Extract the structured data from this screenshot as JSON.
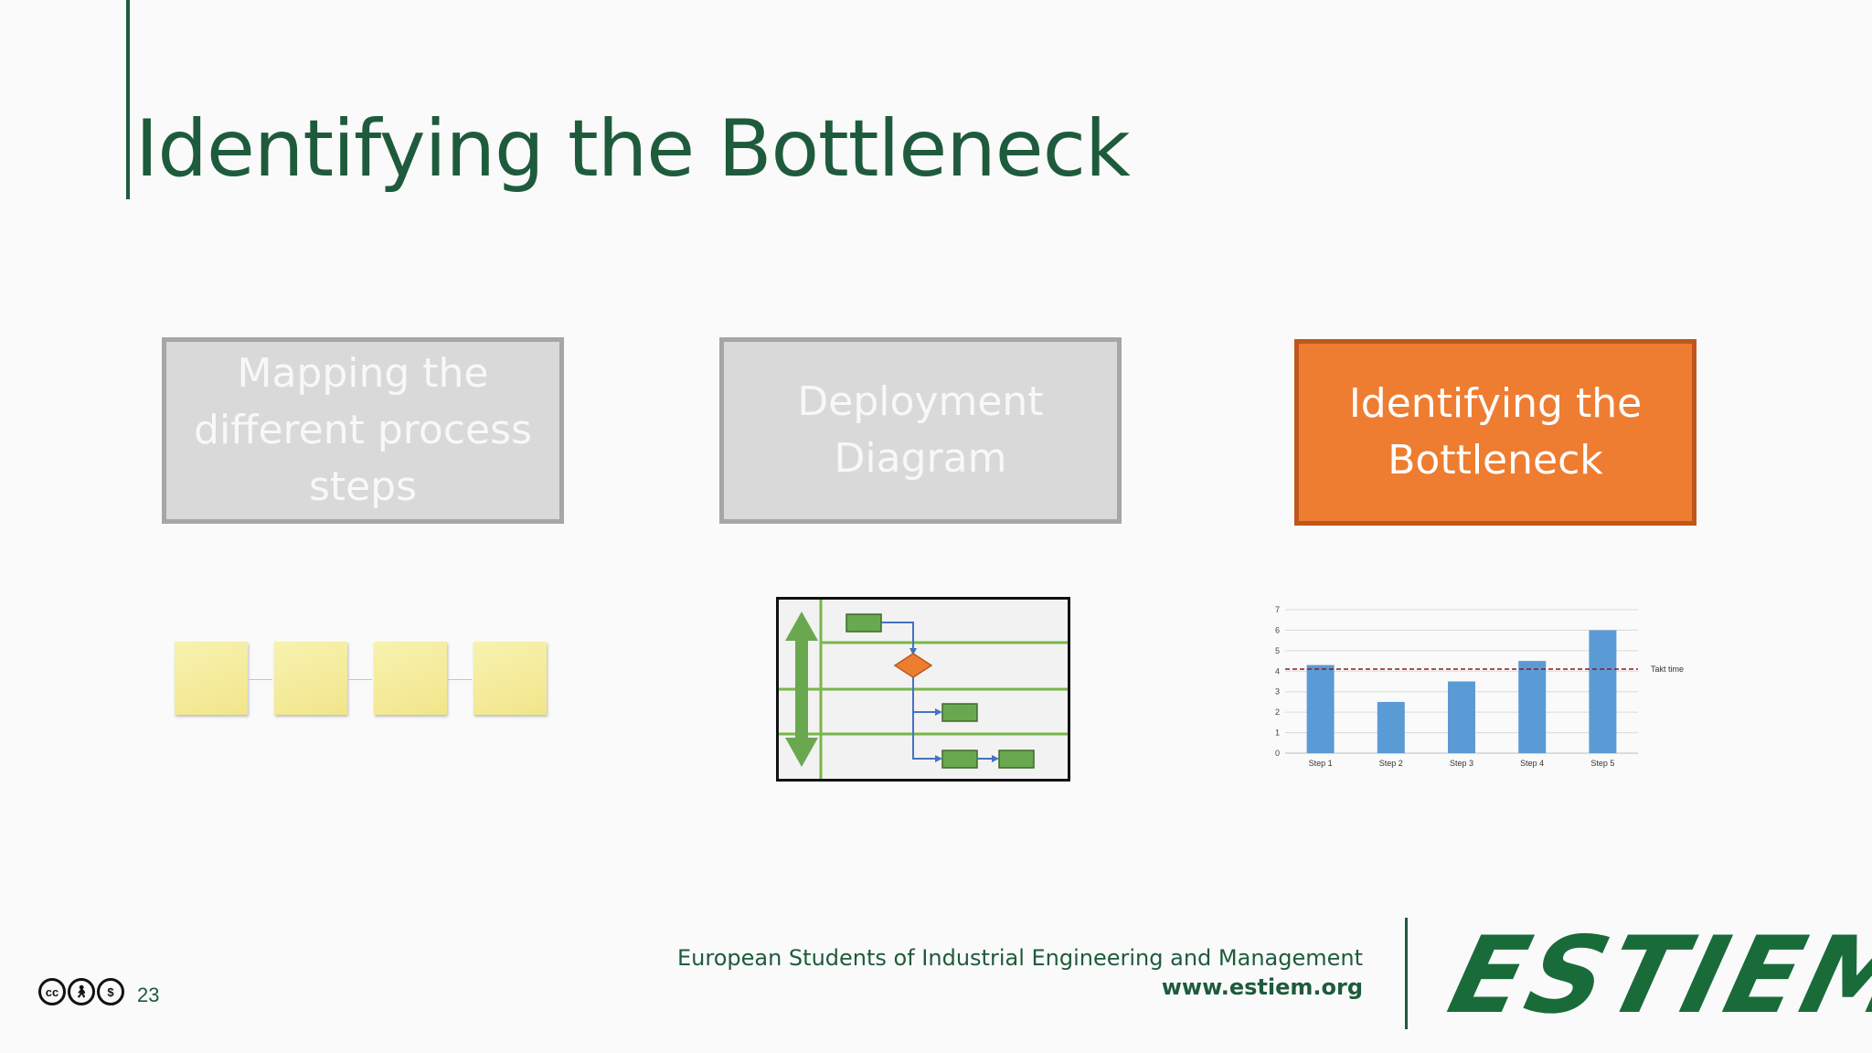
{
  "slide": {
    "title": "Identifying the Bottleneck",
    "page_number": "23"
  },
  "steps": [
    {
      "label": "Mapping the different process steps",
      "state": "inactive"
    },
    {
      "label": "Deployment Diagram",
      "state": "inactive"
    },
    {
      "label": "Identifying the Bottleneck",
      "state": "active"
    }
  ],
  "colors": {
    "brand_green": "#1e5b3c",
    "active_orange": "#ee7d31",
    "inactive_grey": "#d9d9d9",
    "sticky_yellow": "#f4e98f",
    "bar_blue": "#5b9bd5",
    "takt_red": "#8b1a1a"
  },
  "icons": {
    "license": [
      "cc",
      "by",
      "nc"
    ]
  },
  "chart_data": {
    "type": "bar",
    "categories": [
      "Step 1",
      "Step 2",
      "Step 3",
      "Step 4",
      "Step 5"
    ],
    "values": [
      4.3,
      2.5,
      3.5,
      4.5,
      6.0
    ],
    "ylim": [
      0,
      7
    ],
    "yticks": [
      "0",
      "1",
      "2",
      "3",
      "4",
      "5",
      "6",
      "7"
    ],
    "reference_line": {
      "label": "Takt time",
      "value": 4.1
    },
    "grid": true,
    "title": "",
    "xlabel": "",
    "ylabel": ""
  },
  "footer": {
    "organization": "European Students of Industrial Engineering and Management",
    "website": "www.estiem.org",
    "logo_text": "ESTIEM"
  }
}
